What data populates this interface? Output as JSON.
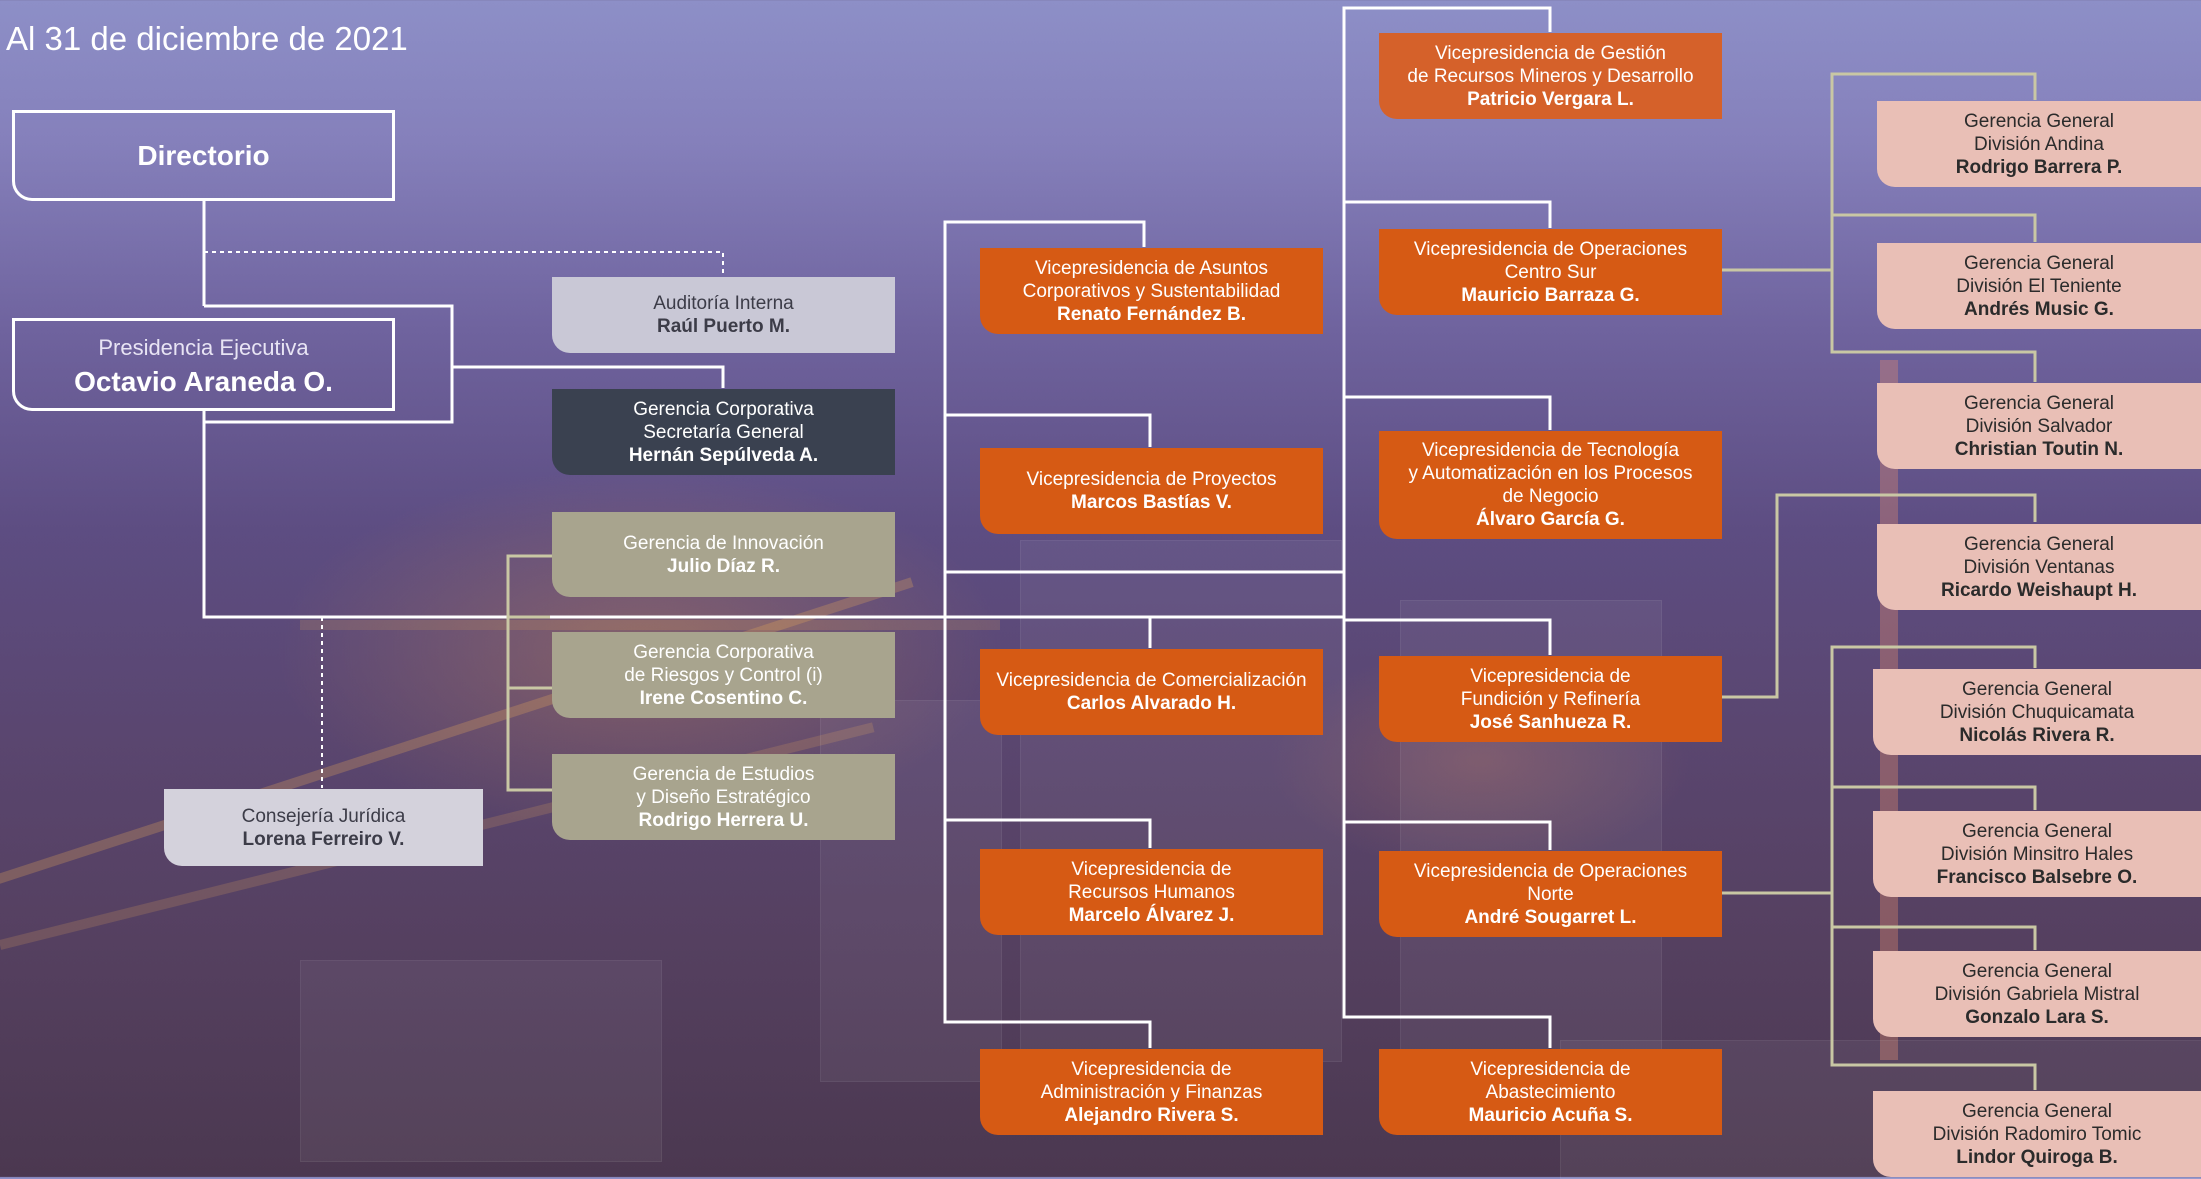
{
  "title": "Al 31 de diciembre de 2021",
  "colors": {
    "vicepresidencia": "#d65a14",
    "gerencia_division": "#e9bfb6",
    "gerencia_staff": "#a8a48e",
    "secretaria": "#3a4150",
    "auditoria": "#c9c8d6",
    "connector": "#ffffff"
  },
  "directorio": {
    "label": "Directorio"
  },
  "presidencia": {
    "role": "Presidencia Ejecutiva",
    "name": "Octavio Araneda O."
  },
  "staff": {
    "auditoria": {
      "l1": "Auditoría Interna",
      "name": "Raúl Puerto M."
    },
    "secretaria": {
      "l1": "Gerencia Corporativa",
      "l2": "Secretaría General",
      "name": "Hernán Sepúlveda A."
    },
    "innovacion": {
      "l1": "Gerencia de Innovación",
      "name": "Julio Díaz R."
    },
    "riesgos": {
      "l1": "Gerencia Corporativa",
      "l2": "de Riesgos y Control (i)",
      "name": "Irene Cosentino C."
    },
    "estudios": {
      "l1": "Gerencia de Estudios",
      "l2": "y Diseño Estratégico",
      "name": "Rodrigo Herrera U."
    },
    "juridica": {
      "l1": "Consejería Jurídica",
      "name": "Lorena Ferreiro V."
    }
  },
  "vp_left": {
    "asuntos": {
      "l1": "Vicepresidencia de Asuntos",
      "l2": "Corporativos y Sustentabilidad",
      "name": "Renato Fernández B."
    },
    "proyectos": {
      "l1": "Vicepresidencia de Proyectos",
      "name": "Marcos Bastías V."
    },
    "comercializacion": {
      "l1": "Vicepresidencia de Comercialización",
      "name": "Carlos Alvarado H."
    },
    "rrhh": {
      "l1": "Vicepresidencia de",
      "l2": "Recursos Humanos",
      "name": "Marcelo Álvarez J."
    },
    "finanzas": {
      "l1": "Vicepresidencia de",
      "l2": "Administración y Finanzas",
      "name": "Alejandro Rivera S."
    }
  },
  "vp_right": {
    "recursos": {
      "l1": "Vicepresidencia de Gestión",
      "l2": "de Recursos Mineros y Desarrollo",
      "name": "Patricio Vergara L."
    },
    "centro_sur": {
      "l1": "Vicepresidencia de Operaciones",
      "l2": "Centro Sur",
      "name": "Mauricio Barraza G."
    },
    "tecnologia": {
      "l1": "Vicepresidencia de Tecnología",
      "l2": "y Automatización en los Procesos",
      "l3": "de Negocio",
      "name": "Álvaro García G."
    },
    "fundicion": {
      "l1": "Vicepresidencia de",
      "l2": "Fundición y Refinería",
      "name": "José Sanhueza R."
    },
    "norte": {
      "l1": "Vicepresidencia de Operaciones",
      "l2": "Norte",
      "name": "André Sougarret L."
    },
    "abastecimiento": {
      "l1": "Vicepresidencia de",
      "l2": "Abastecimiento",
      "name": "Mauricio Acuña S."
    }
  },
  "divisions": {
    "andina": {
      "l1": "Gerencia General",
      "l2": "División Andina",
      "name": "Rodrigo Barrera P."
    },
    "teniente": {
      "l1": "Gerencia General",
      "l2": "División El Teniente",
      "name": "Andrés Music G."
    },
    "salvador": {
      "l1": "Gerencia General",
      "l2": "División Salvador",
      "name": "Christian Toutin N."
    },
    "ventanas": {
      "l1": "Gerencia General",
      "l2": "División Ventanas",
      "name": "Ricardo Weishaupt H."
    },
    "chuqui": {
      "l1": "Gerencia General",
      "l2": "División Chuquicamata",
      "name": "Nicolás Rivera R."
    },
    "hales": {
      "l1": "Gerencia General",
      "l2": "División Minsitro Hales",
      "name": "Francisco Balsebre O."
    },
    "mistral": {
      "l1": "Gerencia General",
      "l2": "División Gabriela Mistral",
      "name": "Gonzalo Lara S."
    },
    "tomic": {
      "l1": "Gerencia General",
      "l2": "División Radomiro Tomic",
      "name": "Lindor Quiroga B."
    }
  }
}
